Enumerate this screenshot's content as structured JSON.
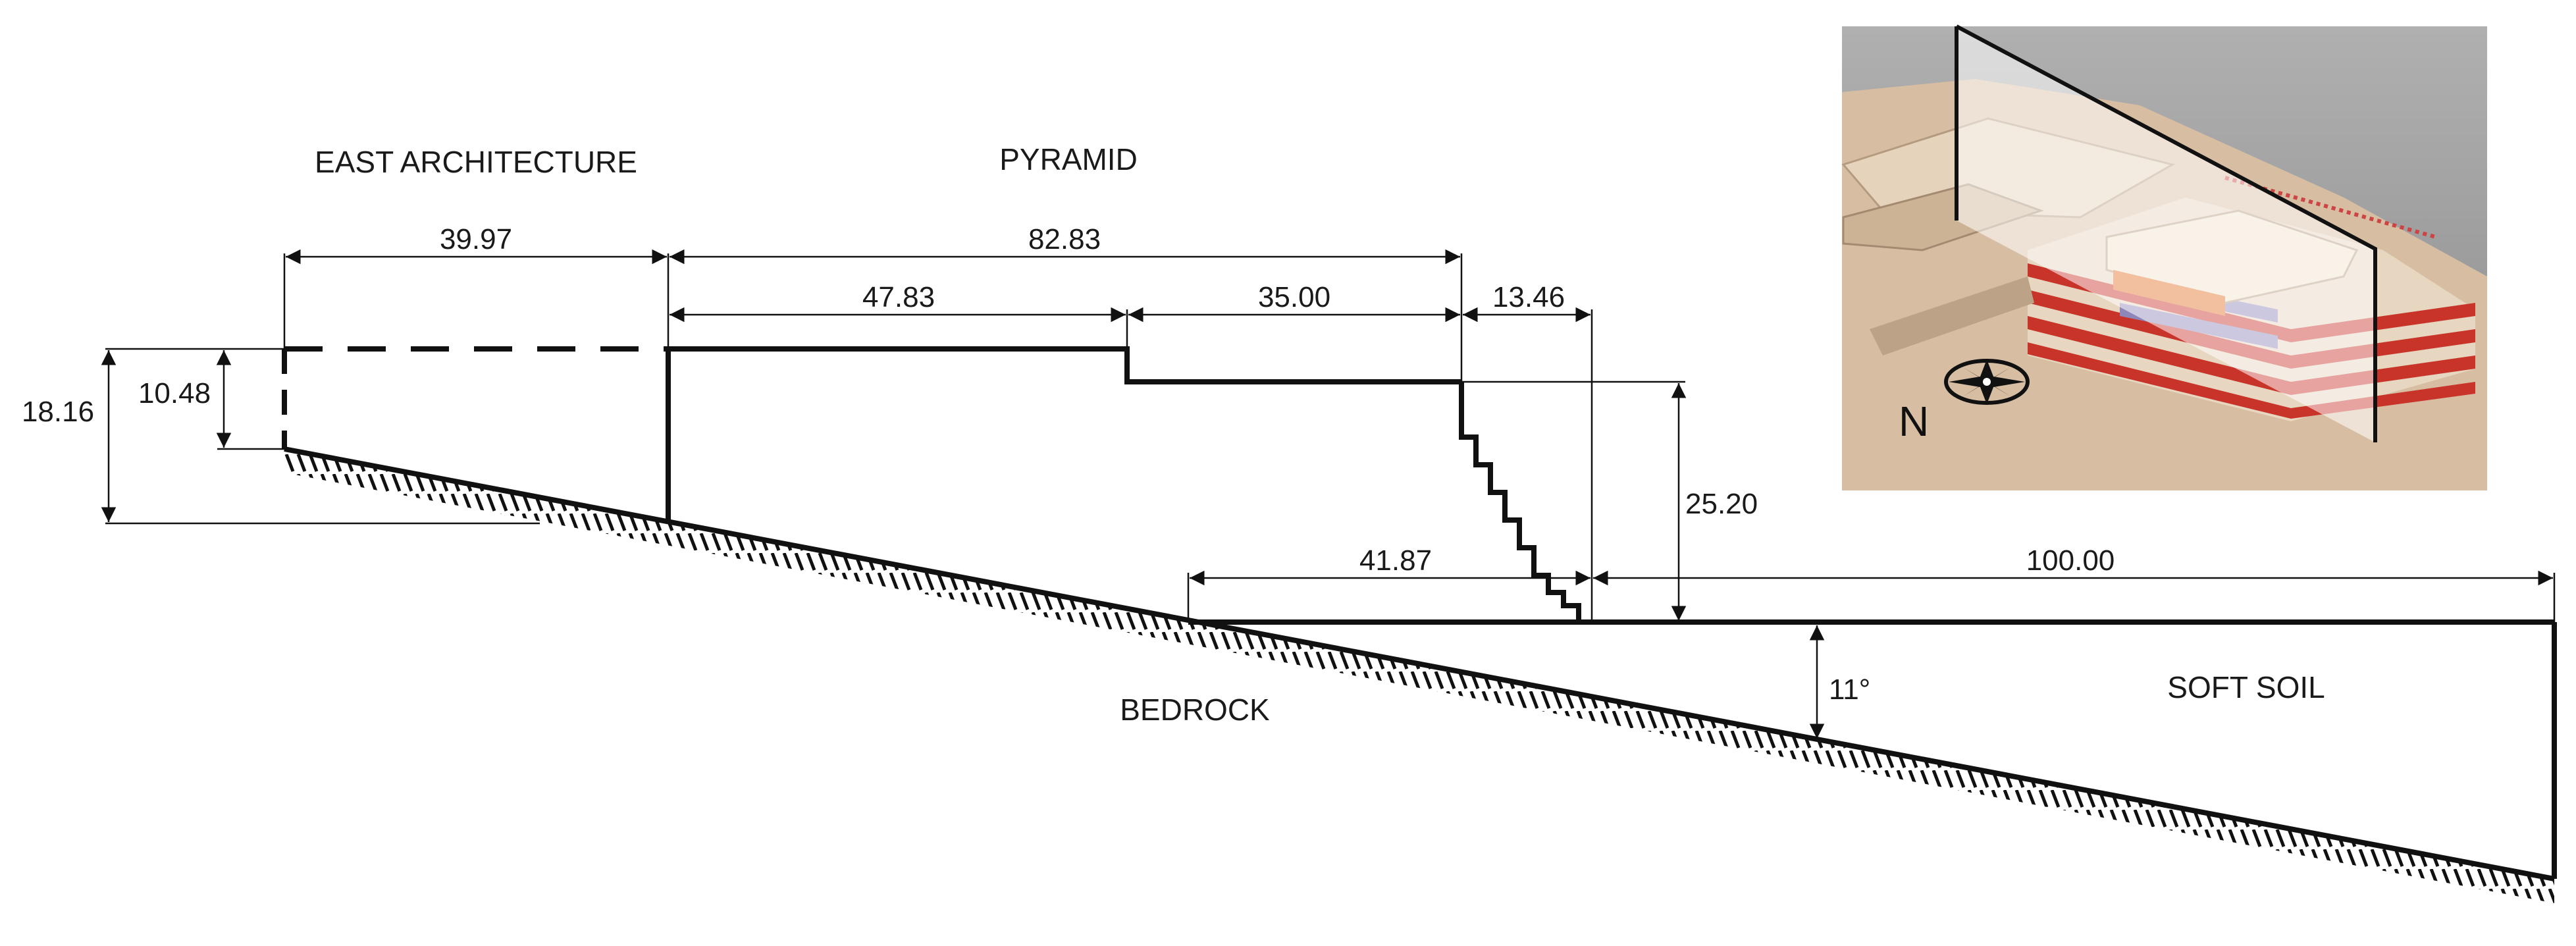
{
  "labels": {
    "east_architecture": "EAST ARCHITECTURE",
    "pyramid": "PYRAMID",
    "bedrock": "BEDROCK",
    "soft_soil": "SOFT SOIL",
    "north": "N"
  },
  "dimensions": {
    "east_width": "39.97",
    "pyramid_width": "82.83",
    "upper_terrace": "47.83",
    "lower_terrace": "35.00",
    "step_width": "13.46",
    "total_height": "18.16",
    "east_height": "10.48",
    "pyramid_height": "25.20",
    "base_left": "41.87",
    "base_right": "100.00",
    "slope_angle": "11°"
  },
  "colors": {
    "line": "#111111",
    "background": "#ffffff",
    "render_ground": "#d8c2a8",
    "render_sky": "#a9a9a9",
    "render_red": "#c8342a"
  },
  "icons": {
    "compass": "compass-rose-icon"
  }
}
